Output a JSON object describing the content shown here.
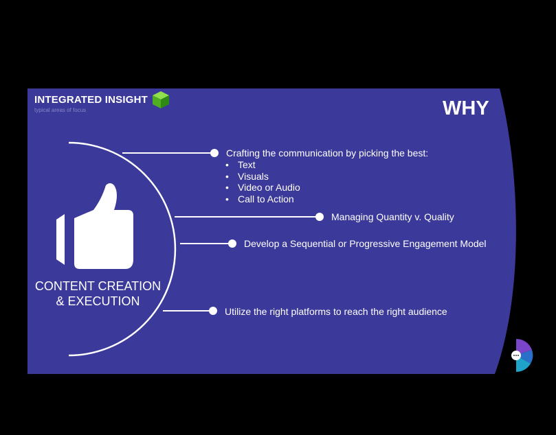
{
  "header": {
    "title": "INTEGRATED INSIGHT",
    "subtitle": "typical areas of focus"
  },
  "slide_title": "WHY",
  "hub": {
    "line1": "CONTENT CREATION",
    "line2": "& EXECUTION"
  },
  "points": [
    {
      "text": "Crafting the communication by picking the best:",
      "subitems": [
        "Text",
        "Visuals",
        "Video or Audio",
        "Call to Action"
      ]
    },
    {
      "text": "Managing Quantity v. Quality"
    },
    {
      "text": "Develop a Sequential or Progressive Engagement Model"
    },
    {
      "text": "Utilize the right platforms to reach the right audience"
    }
  ],
  "colors": {
    "slide_background": "#3b3999",
    "cube_top": "#8fe04a",
    "cube_left": "#4fae22",
    "cube_right": "#2f8a14",
    "nav_purple": "#7a45c8",
    "nav_blue": "#2a6fc9",
    "nav_teal": "#1fa3c8"
  },
  "icons": {
    "brand": "green-cube-icon",
    "hub": "thumbs-up-icon",
    "navigator": "section-navigator-icon"
  }
}
